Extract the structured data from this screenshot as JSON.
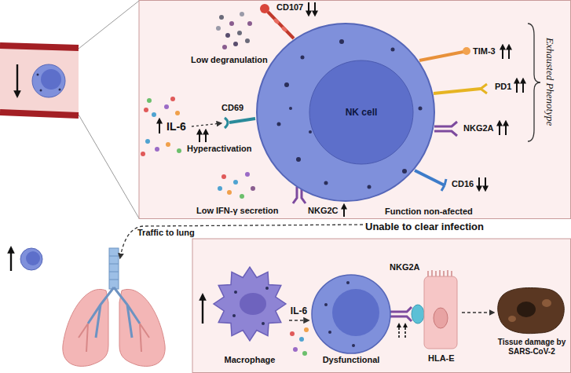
{
  "diagram": {
    "nodes": [
      {
        "text": [
          "NK cell"
        ]
      },
      {
        "text": [
          "Macrophage"
        ]
      },
      {
        "text": [
          "Dysfunctional"
        ]
      },
      {
        "text": [
          "Tissue damage by SARS-CoV-2"
        ]
      }
    ],
    "edges": [
      {
        "from": 1,
        "to": 2,
        "arrow": "to",
        "label": "IL-6"
      }
    ],
    "labels": [
      "CD107",
      "Low degranulation",
      "TIM-3",
      "PD1",
      "Exhausted Phenotype",
      "IL-6",
      "CD69",
      "Hyperactivation",
      "NKG2A",
      "CD16",
      "Low IFN-γ secretion",
      "NKG2C",
      "Function non-afected",
      "Unable to clear infection",
      "Traffic to lung",
      "NKG2A",
      "HLA-E"
    ]
  }
}
